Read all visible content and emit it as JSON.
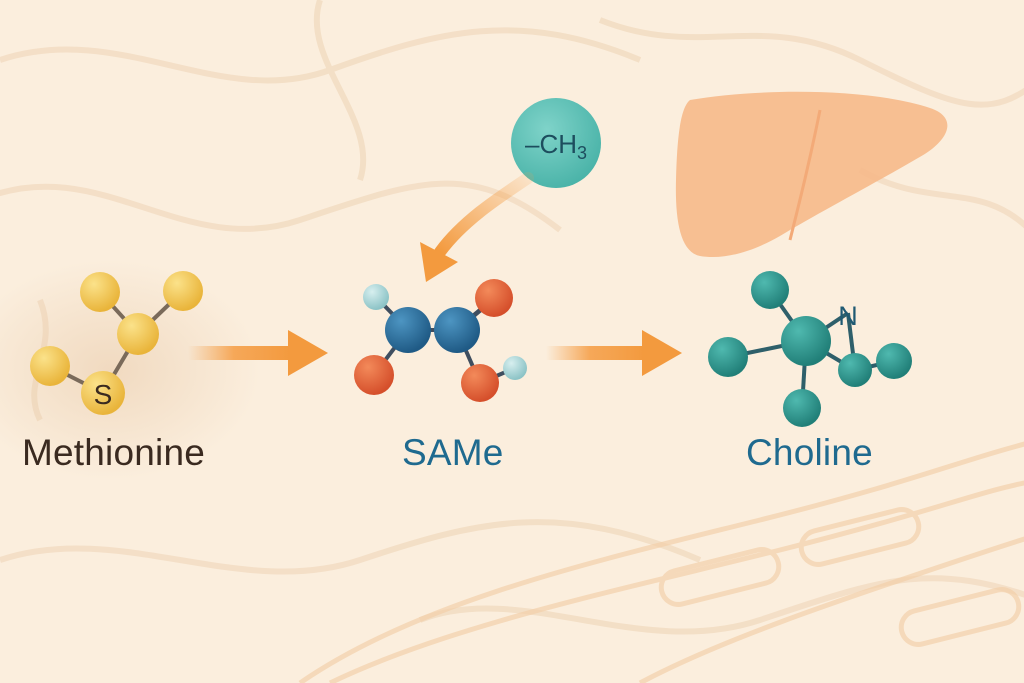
{
  "molecules": [
    {
      "label": "Methionine",
      "atom_label": "S"
    },
    {
      "label": "SAMe"
    },
    {
      "label": "Choline",
      "atom_label": "N"
    }
  ],
  "methyl_group": {
    "label": "–CH",
    "subscript": "3"
  },
  "colors": {
    "background": "#fbeedd",
    "methionine_atoms": "#f3c64a",
    "same_blue": "#2e6f9e",
    "same_red": "#e0623a",
    "same_h": "#a9d4d6",
    "choline_teal": "#2f9a92",
    "methyl_circle": "#5cc1b6",
    "arrow_orange": "#f5a04a",
    "liver": "#f6b98a",
    "label_dark": "#3a2a20",
    "label_blue": "#1f6a8f"
  },
  "icons": [
    "liver-icon",
    "methionine-molecule-icon",
    "same-molecule-icon",
    "choline-molecule-icon"
  ]
}
